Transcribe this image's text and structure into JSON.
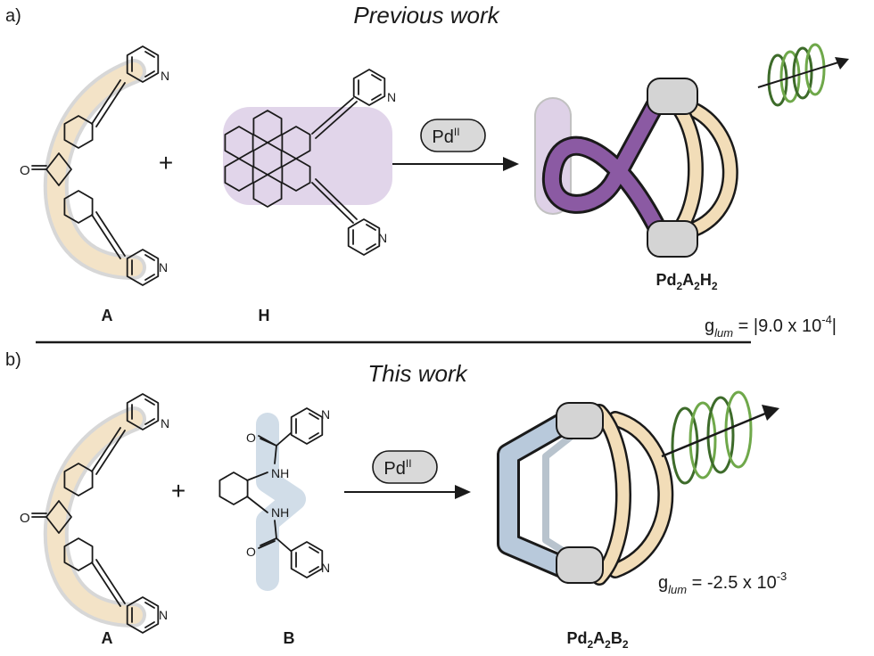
{
  "panel_a": {
    "label": "a)",
    "heading": "Previous work",
    "ligand_1": "A",
    "ligand_2": "H",
    "plus": "+",
    "reagent": "Pd",
    "reagent_sup": "II",
    "product": {
      "p1": "Pd",
      "s1": "2",
      "p2": "A",
      "s2": "2",
      "p3": "H",
      "s3": "2"
    },
    "glum": {
      "g": "g",
      "sub": "lum",
      "value": " = |9.0 x 10",
      "exp": "-4",
      "tail": "|"
    }
  },
  "panel_b": {
    "label": "b)",
    "heading": "This work",
    "ligand_1": "A",
    "ligand_2": "B",
    "plus": "+",
    "reagent": "Pd",
    "reagent_sup": "II",
    "product": {
      "p1": "Pd",
      "s1": "2",
      "p2": "A",
      "s2": "2",
      "p3": "B",
      "s3": "2"
    },
    "glum": {
      "g": "g",
      "sub": "lum",
      "value": " = -2.5 x 10",
      "exp": "-3"
    }
  },
  "atoms": {
    "N": "N",
    "O": "O",
    "NH": "NH"
  },
  "colors": {
    "ligand_A_band": "#f3e3c7",
    "ligand_H_band": "#c9b3d8",
    "ligand_B_band": "#c5d4e2",
    "cage_A": "#f2ddb8",
    "cage_H": "#8b5aa3",
    "cage_B": "#b8c9db",
    "metal_node": "#d4d4d4",
    "helix": "#6fa84a"
  }
}
